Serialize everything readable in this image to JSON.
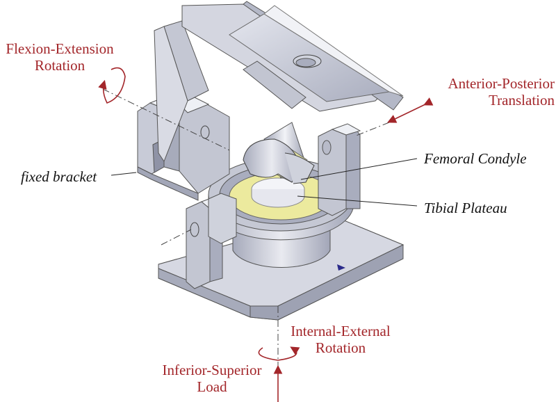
{
  "figure": {
    "title": "Knee joint test fixture schematic",
    "colors": {
      "annotation": "#a3262a",
      "metal_light": "#d7d9e3",
      "metal_mid": "#b8bbc9",
      "metal_dark": "#8f93a6",
      "tibial_insert": "#e9e79a",
      "callout_text": "#111111"
    },
    "motion_labels": {
      "flexion_extension": [
        "Flexion-Extension",
        "Rotation"
      ],
      "anterior_posterior": [
        "Anterior-Posterior",
        "Translation"
      ],
      "internal_external": [
        "Internal-External",
        "Rotation"
      ],
      "inferior_superior": [
        "Inferior-Superior",
        "Load"
      ]
    },
    "callouts": {
      "fixed_bracket": "fixed bracket",
      "femoral_condyle": "Femoral Condyle",
      "tibial_plateau": "Tibial Plateau"
    }
  }
}
